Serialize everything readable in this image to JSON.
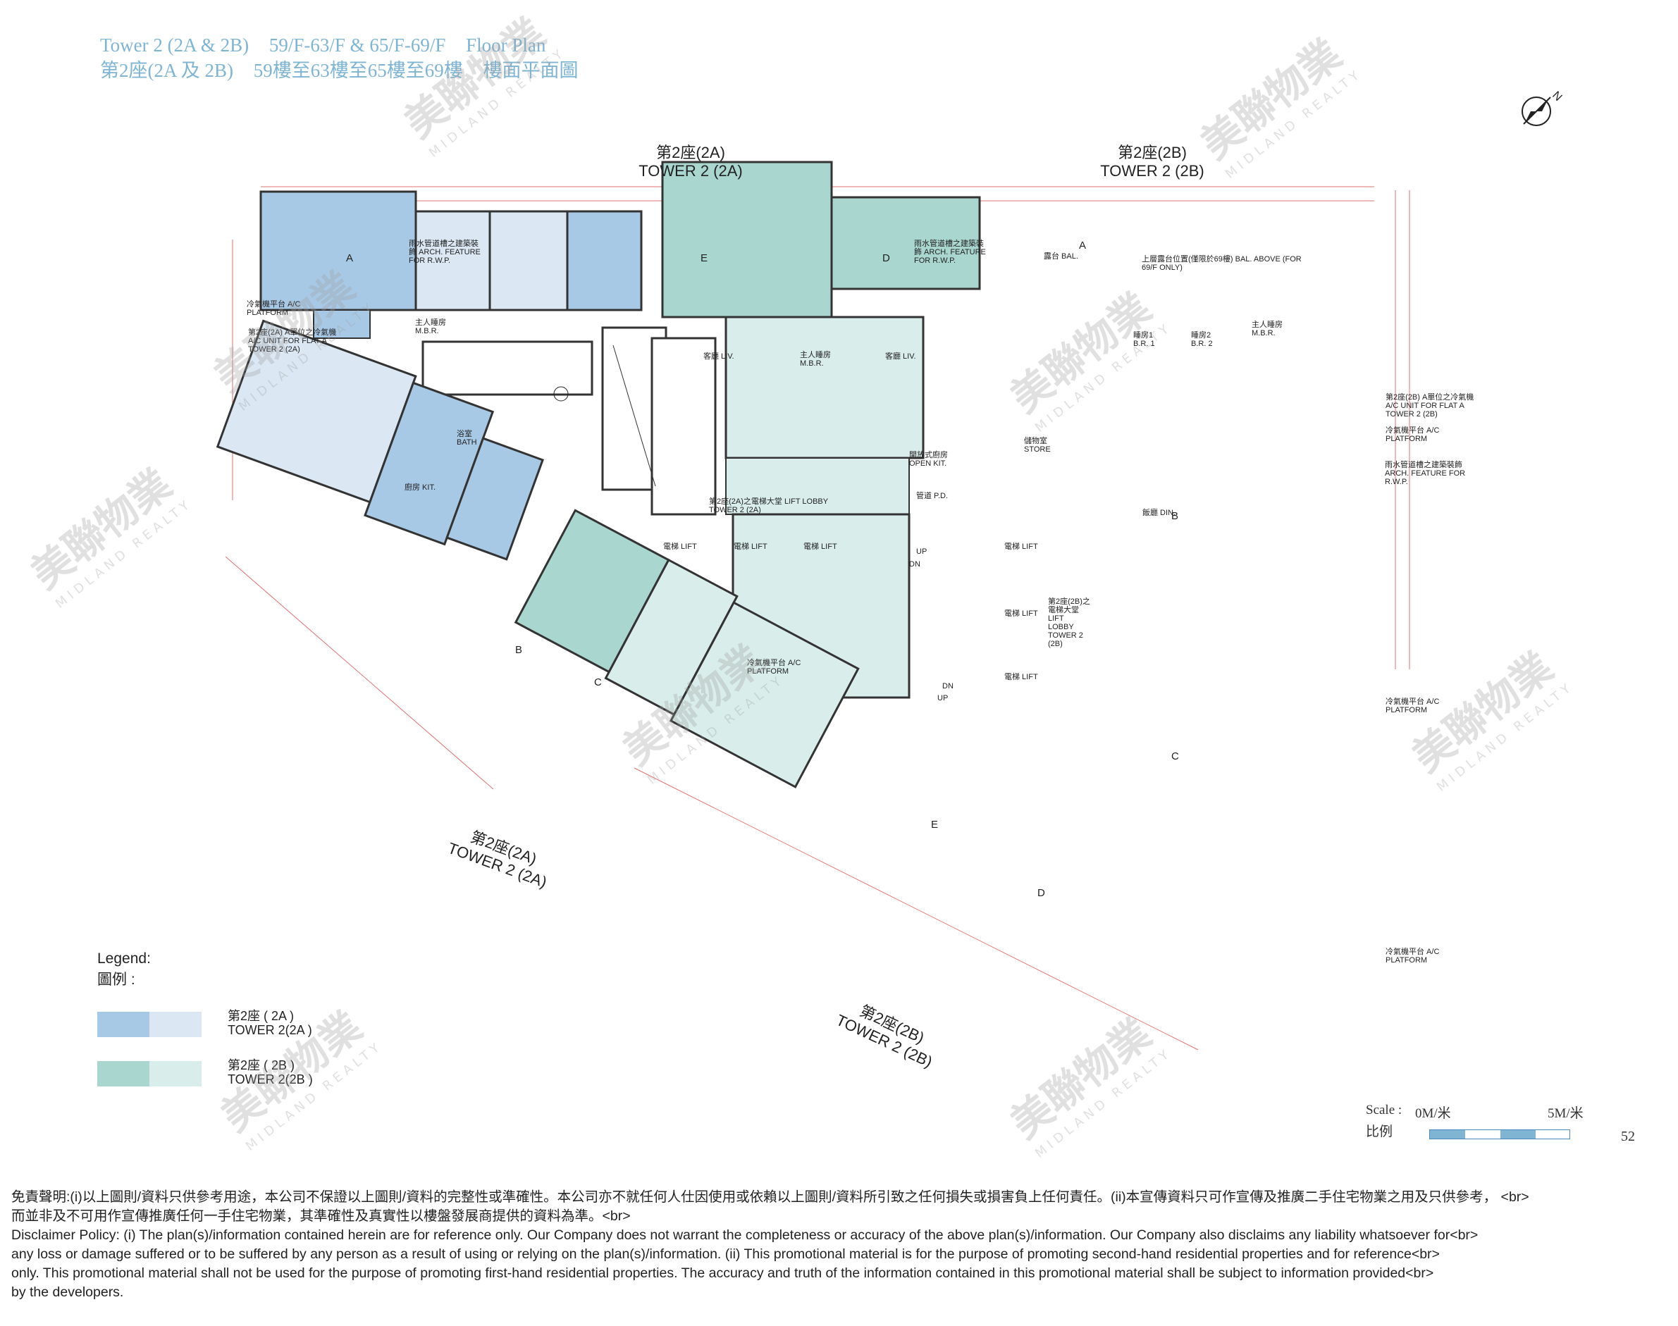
{
  "header": {
    "title_en_tower": "Tower 2 (2A & 2B)",
    "title_en_floors": "59/F-63/F & 65/F-69/F",
    "title_en_plan": "Floor Plan",
    "title_zh_tower": "第2座(2A 及 2B)",
    "title_zh_floors": "59樓至63樓至65樓至69樓",
    "title_zh_plan": "樓面平面圖"
  },
  "towers": {
    "a_top_zh": "第2座(2A)",
    "a_top_en": "TOWER 2 (2A)",
    "b_top_zh": "第2座(2B)",
    "b_top_en": "TOWER 2 (2B)",
    "a_bottom_zh": "第2座(2A)",
    "a_bottom_en": "TOWER 2 (2A)",
    "b_bottom_zh": "第2座(2B)",
    "b_bottom_en": "TOWER 2 (2B)"
  },
  "flats": [
    "A",
    "E",
    "D",
    "A",
    "B",
    "B",
    "C",
    "C",
    "E",
    "D"
  ],
  "rooms": {
    "mbr": "主人睡房 M.B.R.",
    "br1": "睡房1 B.R. 1",
    "br2": "睡房2 B.R. 2",
    "liv": "客廳 LIV.",
    "din": "飯廳 DIN.",
    "kit": "廚房 KIT.",
    "bath": "浴室 BATH",
    "bal": "露台 BAL.",
    "store": "儲物室 STORE",
    "open_kit": "開放式廚房 OPEN KIT.",
    "lift": "電梯 LIFT",
    "up": "UP",
    "dn": "DN",
    "pd": "管道 P.D."
  },
  "notes": {
    "ac_platform": "冷氣機平台 A/C PLATFORM",
    "arch_feature": "雨水管道槽之建築裝飾 ARCH. FEATURE FOR R.W.P.",
    "lift_lobby_2a": "第2座(2A)之電梯大堂 LIFT LOBBY TOWER 2 (2A)",
    "lift_lobby_2b": "第2座(2B)之電梯大堂 LIFT LOBBY TOWER 2 (2B)",
    "bal_above": "上層露台位置(僅限於69樓) BAL. ABOVE (FOR 69/F ONLY)",
    "ac_unit_a_2b": "第2座(2B) A單位之冷氣機 A/C UNIT FOR FLAT A TOWER 2 (2B)",
    "ac_unit_a_2a": "第2座(2A) A單位之冷氣機 A/C UNIT FOR FLAT A TOWER 2 (2A)"
  },
  "legend": {
    "title_en": "Legend:",
    "title_zh": "圖例 :",
    "items": [
      {
        "zh": "第2座 ( 2A )",
        "en": "TOWER 2(2A )",
        "color_dark": "#a8c9e6",
        "color_light": "#dbe8f3"
      },
      {
        "zh": "第2座 ( 2B )",
        "en": "TOWER 2(2B )",
        "color_dark": "#a9d6cf",
        "color_light": "#d9eeea"
      }
    ]
  },
  "scale": {
    "label_en": "Scale :",
    "label_zh": "比例",
    "start": "0M/米",
    "end": "5M/米"
  },
  "page_number": "52",
  "disclaimer": {
    "line1": "免責聲明:(i)以上圖則/資料只供參考用途，本公司不保證以上圖則/資料的完整性或準確性。本公司亦不就任何人仕因使用或依賴以上圖則/資料所引致之任何損失或損害負上任何責任。(ii)本宣傳資料只可作宣傳及推廣二手住宅物業之用及只供參考， <br>",
    "line2": "而並非及不可用作宣傳推廣任何一手住宅物業，其準確性及真實性以樓盤發展商提供的資料為準。<br>",
    "line3": "Disclaimer Policy: (i) The plan(s)/information contained herein are for reference only. Our Company does not warrant the completeness or accuracy of the above plan(s)/information. Our Company also disclaims any liability whatsoever for<br>",
    "line4": "any loss or damage suffered or to be suffered by any person as a result of using or relying on the plan(s)/information. (ii) This promotional material is for the purpose of promoting second-hand residential properties and for reference<br>",
    "line5": "only. This promotional material shall not be used for the purpose of promoting first-hand residential properties. The accuracy and truth of the information contained in this promotional material shall be subject to information provided<br>",
    "line6": "by the developers."
  },
  "watermark": {
    "zh": "美聯物業",
    "en": "MIDLAND REALTY"
  }
}
